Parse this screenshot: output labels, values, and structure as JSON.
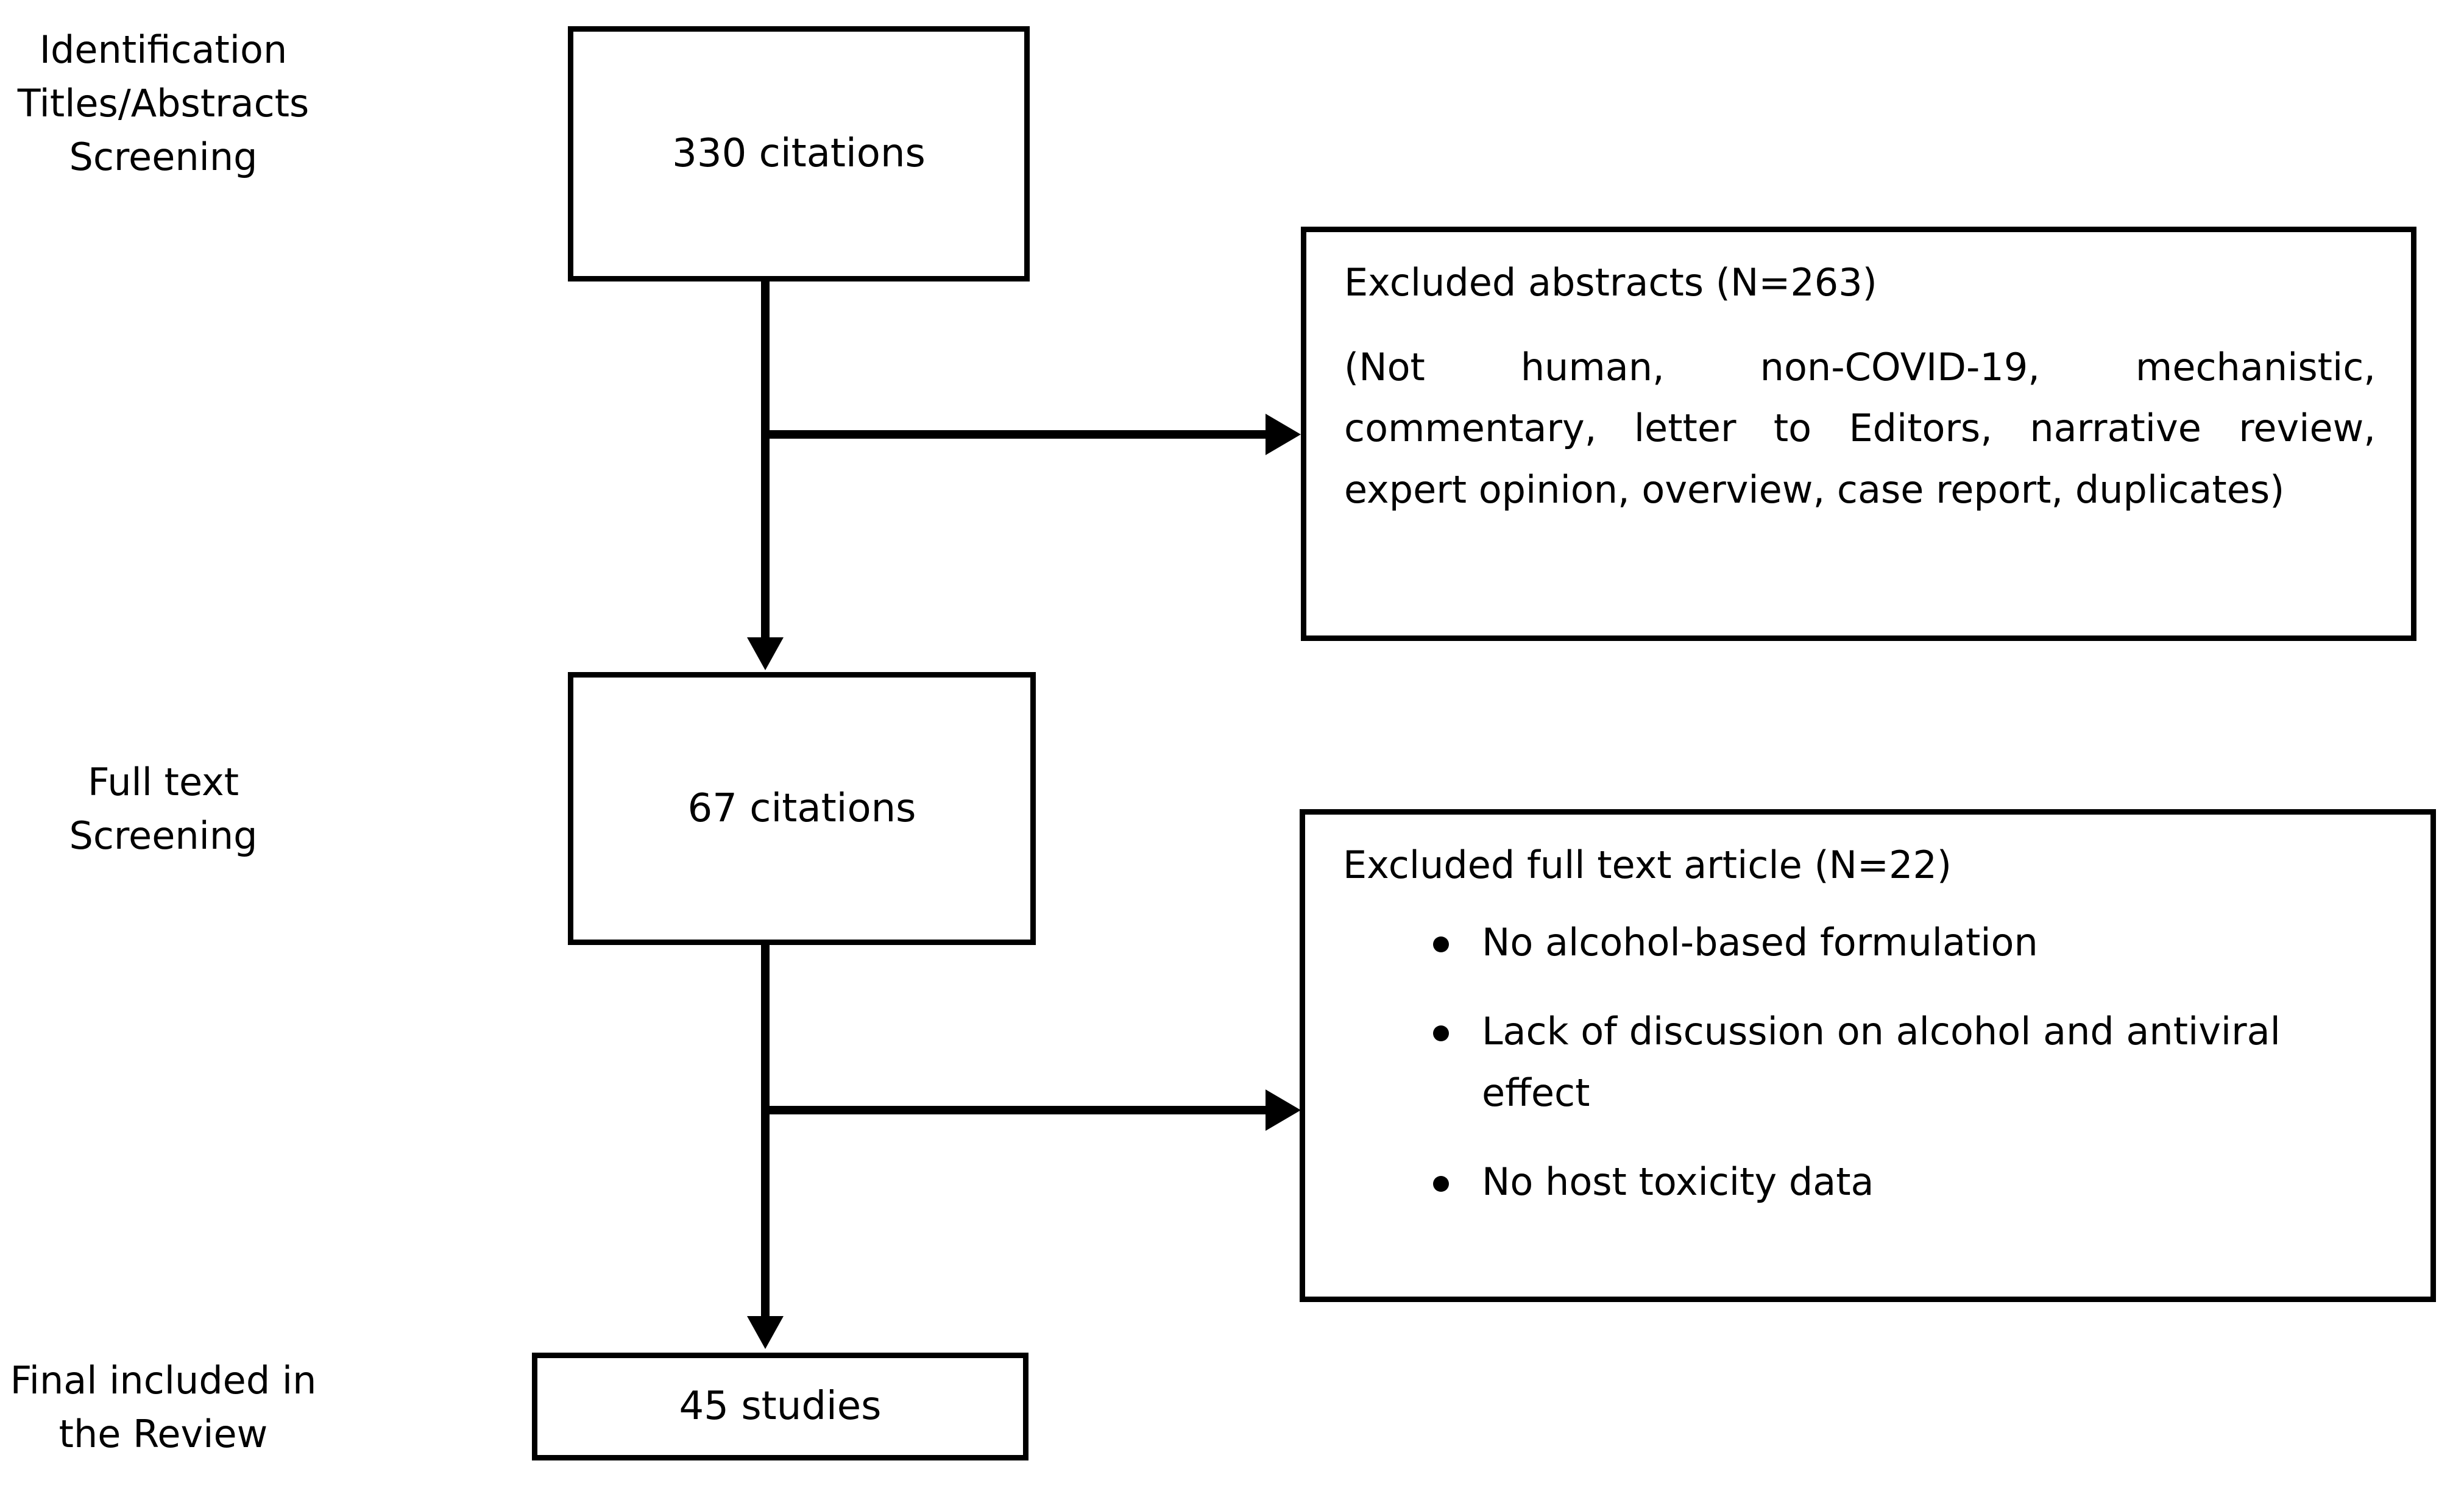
{
  "diagram": {
    "title": "PRISMA study selection flow diagram",
    "line_color": "#000000",
    "background_color": "#ffffff",
    "stage_labels": [
      {
        "id": "identification",
        "text": "Identification\nTitles/Abstracts\nScreening"
      },
      {
        "id": "full-text",
        "text": "Full text\nScreening"
      },
      {
        "id": "final-included",
        "text": "Final included in\nthe Review"
      }
    ],
    "flow_boxes": [
      {
        "id": "citations-identified",
        "text": "330 citations"
      },
      {
        "id": "citations-full-text",
        "text": "67 citations"
      },
      {
        "id": "studies-included",
        "text": "45 studies"
      }
    ],
    "exclusion_boxes": [
      {
        "id": "excluded-abstracts",
        "title": "Excluded abstracts (N=263)",
        "paragraph": "(Not human, non-COVID-19, mechanistic, commentary, letter to Editors, narrative review, expert opinion, overview, case report, duplicates)",
        "count": 263
      },
      {
        "id": "excluded-full-text",
        "title": "Excluded full text article (N=22)",
        "count": 22,
        "bullets": [
          "No alcohol-based formulation",
          "Lack of discussion on alcohol and antiviral effect",
          "No host toxicity data"
        ]
      }
    ]
  },
  "chart_data": {
    "type": "diagram",
    "title": "PRISMA study selection flow diagram",
    "nodes": [
      {
        "id": "citations-identified",
        "label": "330 citations",
        "value": 330,
        "stage": "Identification / Titles/Abstracts Screening"
      },
      {
        "id": "excluded-abstracts",
        "label": "Excluded abstracts (N=263)",
        "value": 263,
        "stage": "Identification / Titles/Abstracts Screening"
      },
      {
        "id": "citations-full-text",
        "label": "67 citations",
        "value": 67,
        "stage": "Full text Screening"
      },
      {
        "id": "excluded-full-text",
        "label": "Excluded full text article (N=22)",
        "value": 22,
        "stage": "Full text Screening"
      },
      {
        "id": "studies-included",
        "label": "45 studies",
        "value": 45,
        "stage": "Final included in the Review"
      }
    ],
    "edges": [
      {
        "from": "citations-identified",
        "to": "excluded-abstracts",
        "direction": "right"
      },
      {
        "from": "citations-identified",
        "to": "citations-full-text",
        "direction": "down"
      },
      {
        "from": "citations-full-text",
        "to": "excluded-full-text",
        "direction": "right"
      },
      {
        "from": "citations-full-text",
        "to": "studies-included",
        "direction": "down"
      }
    ]
  }
}
